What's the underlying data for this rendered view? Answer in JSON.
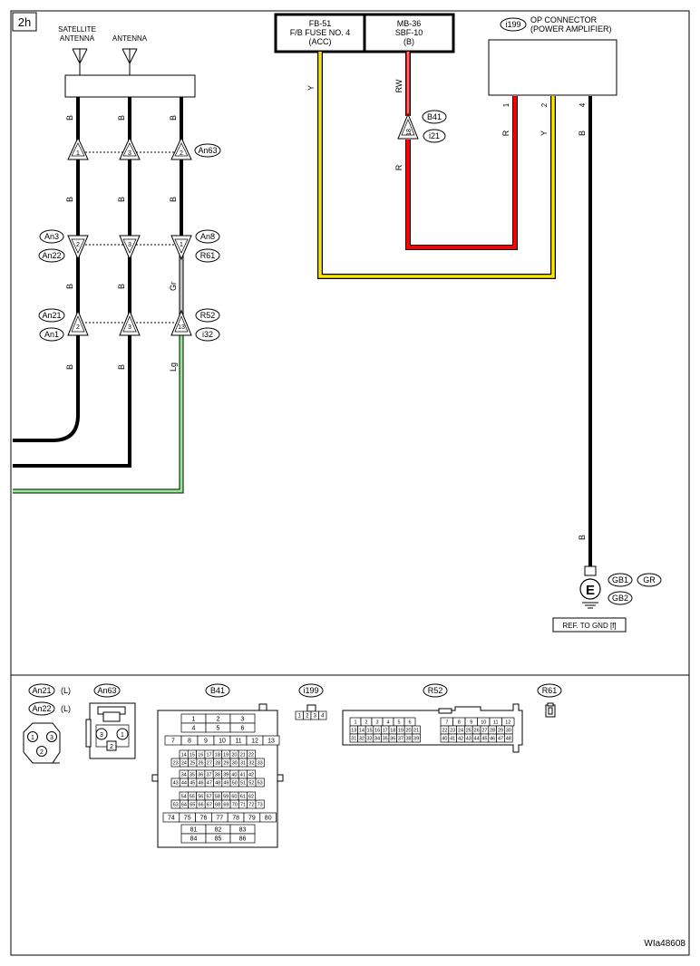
{
  "page": {
    "section": "2h",
    "doc_id": "WIa48608"
  },
  "top_left": {
    "sat_antenna": [
      "SATELLITE",
      "ANTENNA"
    ],
    "antenna": "ANTENNA",
    "wire_b": "B",
    "wire_gr": "Gr",
    "wire_lg": "Lg",
    "pins_row1": [
      "1",
      "3",
      "2"
    ],
    "pins_row2": [
      "2",
      "3",
      "1"
    ],
    "pins_row3": [
      "2",
      "3",
      "13"
    ],
    "conn_an63": "An63",
    "conn_an3": "An3",
    "conn_an22": "An22",
    "conn_an8": "An8",
    "conn_r61": "R61",
    "conn_an21": "An21",
    "conn_an1": "An1",
    "conn_r52": "R52",
    "conn_i32": "i32"
  },
  "power": {
    "fb51": [
      "FB-51",
      "F/B FUSE NO. 4",
      "(ACC)"
    ],
    "mb36": [
      "MB-36",
      "SBF-10",
      "(B)"
    ],
    "wire_y": "Y",
    "wire_rw": "RW",
    "wire_r": "R",
    "pin_b41": "18",
    "conn_b41": "B41",
    "conn_i21": "i21"
  },
  "amp": {
    "conn": "i199",
    "title": [
      "OP CONNECTOR",
      "(POWER AMPLIFIER)"
    ],
    "pins": [
      "1",
      "2",
      "4"
    ],
    "wire_r": "R",
    "wire_y": "Y",
    "wire_b": "B",
    "ground_symbol": "E",
    "gnd_gb1": "GB1",
    "gnd_gr": "GR",
    "gnd_gb2": "GB2",
    "ref_gnd": "REF. TO GND [f]"
  },
  "legend": {
    "an21": "An21",
    "an22": "An22",
    "suffix_l": "(L)",
    "an63": "An63",
    "b41": "B41",
    "i199": "i199",
    "r52": "R52",
    "r61": "R61",
    "an21_pins": [
      "1",
      "3",
      "2"
    ],
    "an63_pins": [
      "3",
      "1",
      "2"
    ],
    "i199_pins": [
      "1",
      "2",
      "3",
      "4"
    ],
    "b41_rows": [
      [
        "1",
        "2",
        "3"
      ],
      [
        "4",
        "5",
        "6"
      ],
      [
        "7",
        "8",
        "9",
        "10",
        "11",
        "12",
        "13"
      ],
      [
        "14",
        "15",
        "16",
        "17",
        "18",
        "19",
        "20",
        "21",
        "22"
      ],
      [
        "23",
        "24",
        "25",
        "26",
        "27",
        "28",
        "29",
        "30",
        "31",
        "32",
        "33"
      ],
      [
        "34",
        "35",
        "36",
        "37",
        "38",
        "39",
        "40",
        "41",
        "42"
      ],
      [
        "43",
        "44",
        "45",
        "46",
        "47",
        "48",
        "49",
        "50",
        "51",
        "52",
        "53"
      ],
      [
        "54",
        "55",
        "56",
        "57",
        "58",
        "59",
        "60",
        "61",
        "62"
      ],
      [
        "63",
        "64",
        "65",
        "66",
        "67",
        "68",
        "69",
        "70",
        "71",
        "72",
        "73"
      ],
      [
        "74",
        "75",
        "76",
        "77",
        "78",
        "79",
        "80"
      ],
      [
        "81",
        "82",
        "83"
      ],
      [
        "84",
        "85",
        "86"
      ]
    ],
    "r52_rows": [
      [
        "1",
        "2",
        "3",
        "4",
        "5",
        "6"
      ],
      [
        "13",
        "14",
        "15",
        "16",
        "17",
        "18",
        "19",
        "20",
        "21"
      ],
      [
        "31",
        "32",
        "33",
        "34",
        "35",
        "36",
        "37",
        "38",
        "39"
      ],
      [
        "7",
        "8",
        "9",
        "10",
        "11",
        "12"
      ],
      [
        "22",
        "23",
        "24",
        "25",
        "26",
        "27",
        "28",
        "29",
        "30"
      ],
      [
        "40",
        "41",
        "42",
        "43",
        "44",
        "45",
        "46",
        "47",
        "48"
      ]
    ]
  }
}
